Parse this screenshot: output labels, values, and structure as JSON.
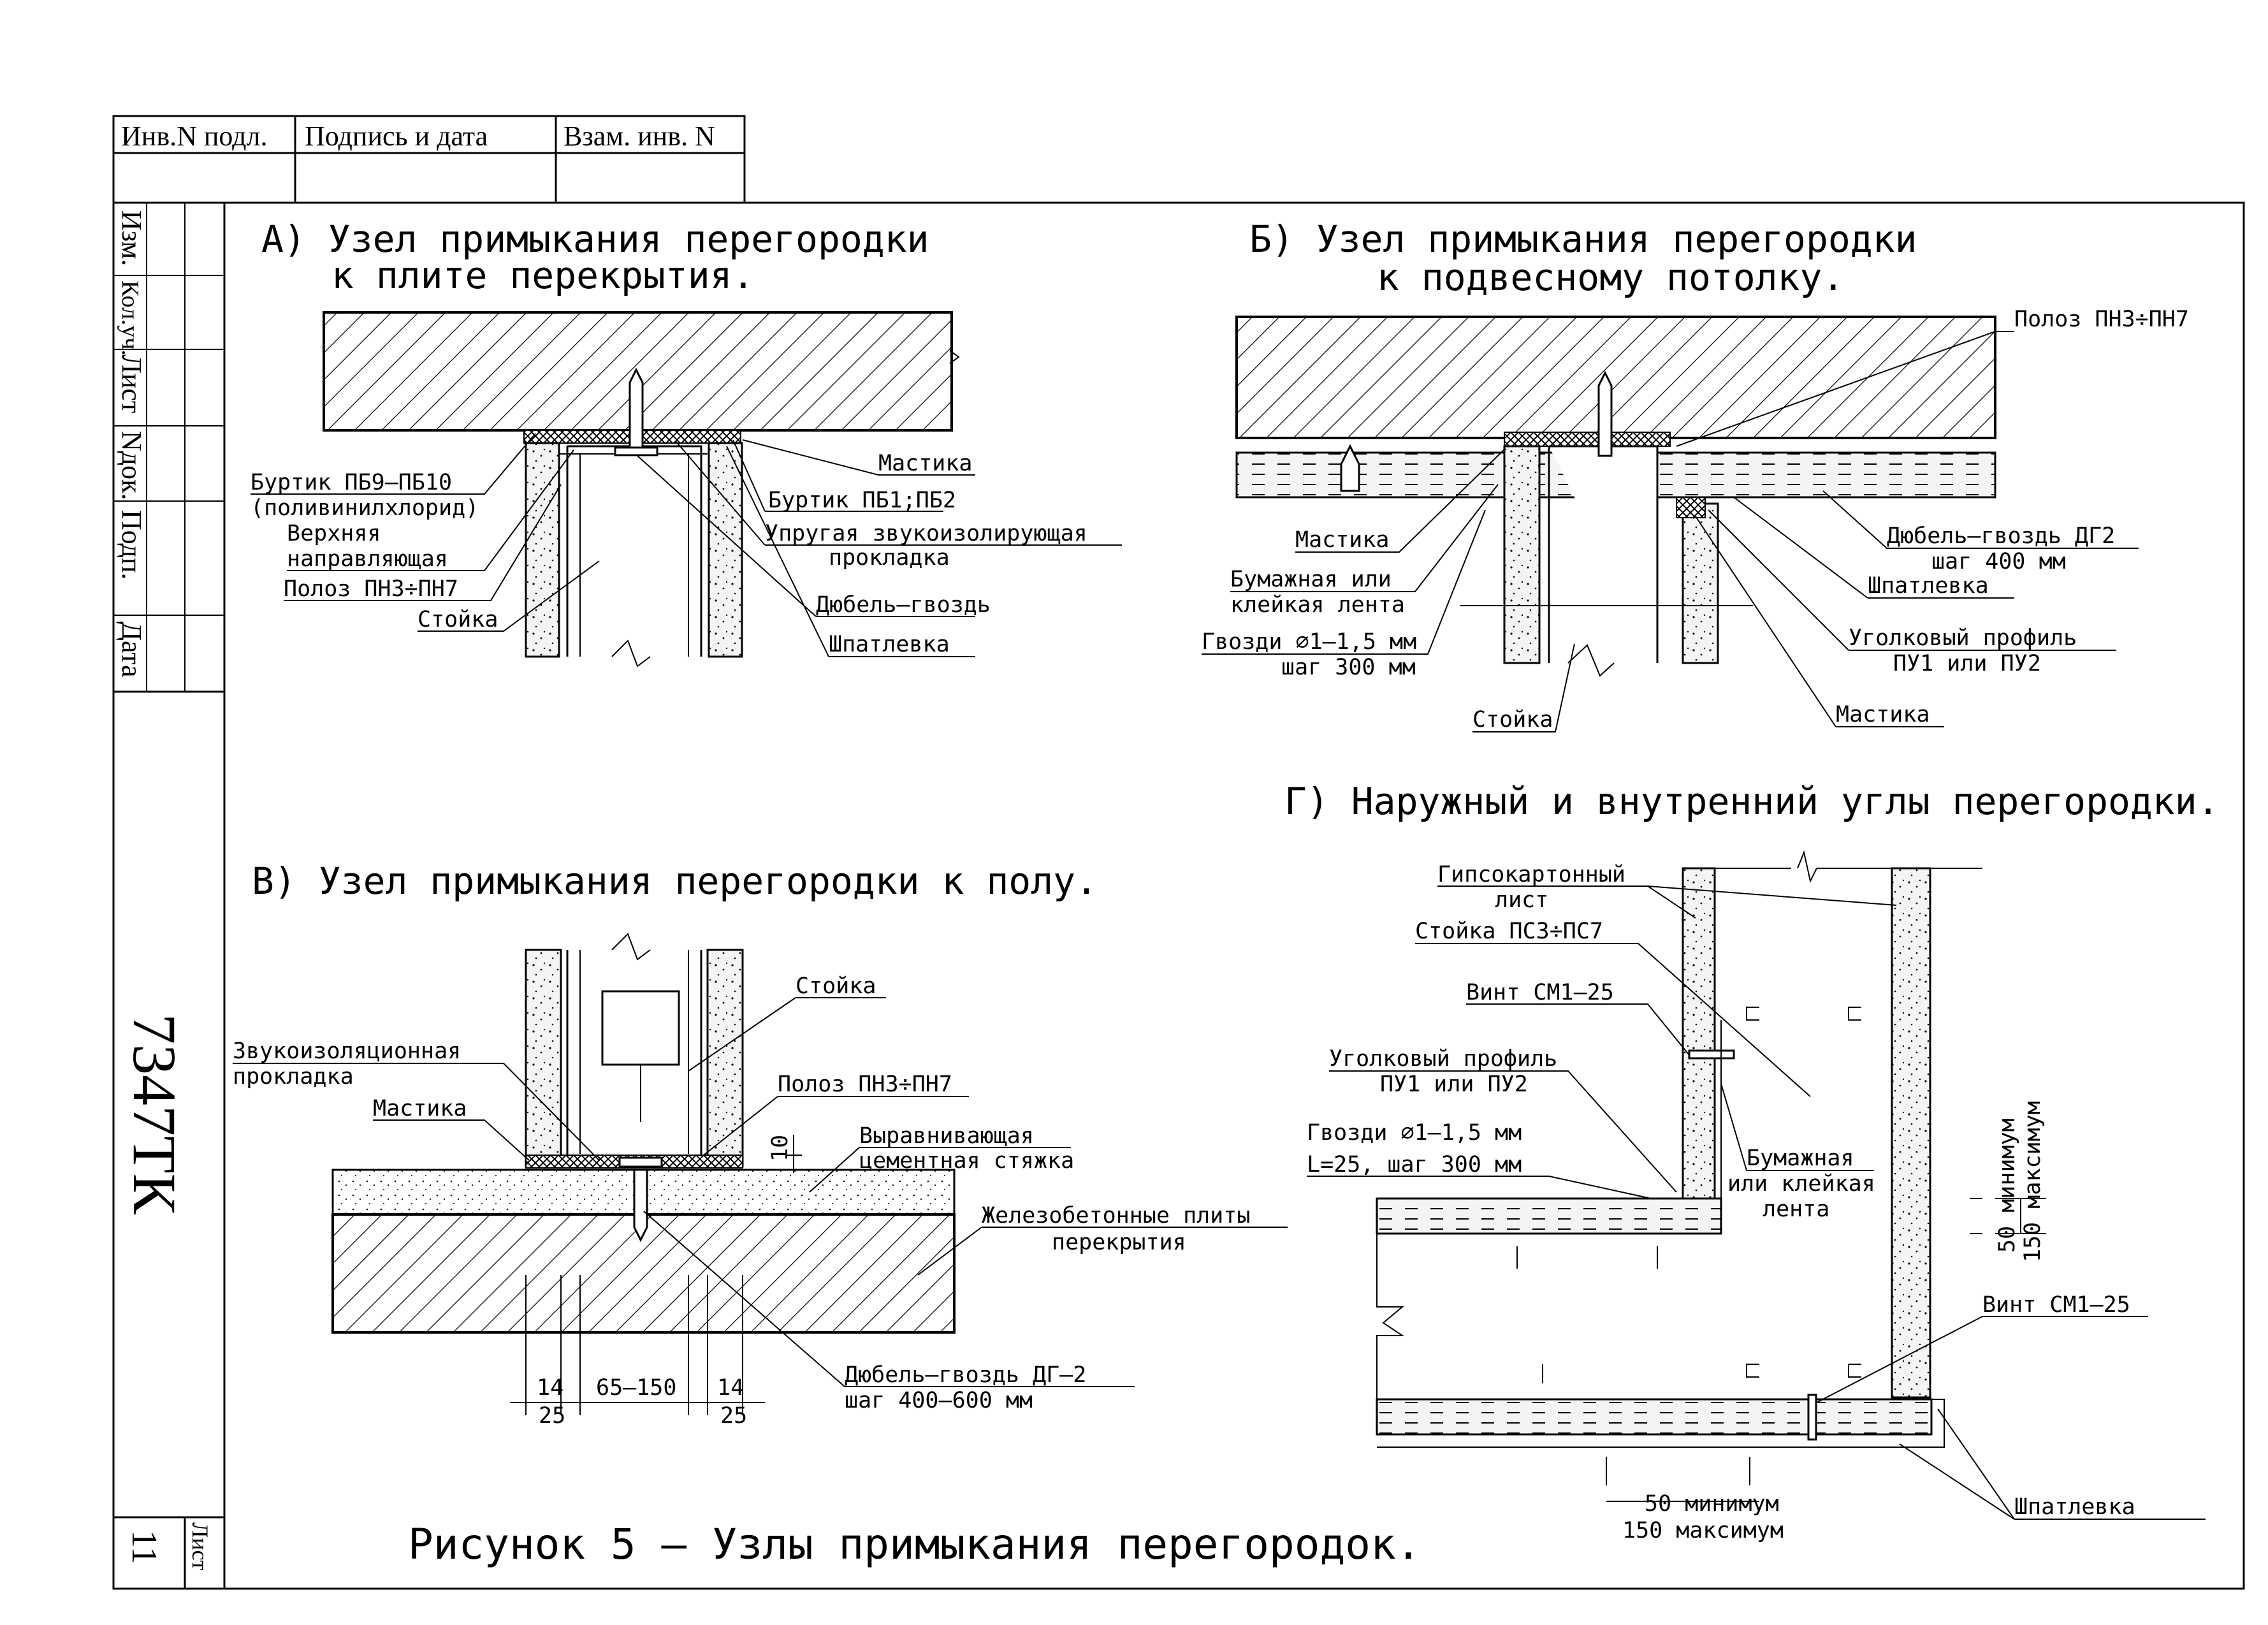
{
  "stamp": {
    "inv_podl": "Инв.N подл.",
    "podpis_data": "Подпись и дата",
    "vzam_inv": "Взам. инв. N",
    "side": [
      "Изм.",
      "Кол.уч.",
      "Лист",
      "Nдок.",
      "Подп.",
      "Дата"
    ],
    "doc_code": "7347ТК",
    "sheet_label": "Лист",
    "sheet_num": "11"
  },
  "caption": "Рисунок 5 – Узлы примыкания перегородок.",
  "panel_a": {
    "title_1": "А) Узел примыкания перегородки",
    "title_2": "к плите перекрытия.",
    "labels": {
      "burtik_pb9": "Буртик ПБ9–ПБ10",
      "pvc": "(поливинилхлорид)",
      "verh_1": "Верхняя",
      "verh_2": "направляющая",
      "poloz": "Полоз ПН3÷ПН7",
      "stoika": "Стойка",
      "mastika": "Мастика",
      "burtik_pb1": "Буртик ПБ1;ПБ2",
      "uprug_1": "Упругая звукоизолирующая",
      "uprug_2": "прокладка",
      "dubel": "Дюбель–гвоздь",
      "shpat": "Шпатлевка"
    }
  },
  "panel_b": {
    "title_1": "Б) Узел примыкания перегородки",
    "title_2": "к подвесному потолку.",
    "labels": {
      "poloz": "Полоз ПН3÷ПН7",
      "mastika_l": "Мастика",
      "bumazh_1": "Бумажная или",
      "bumazh_2": "клейкая лента",
      "gvozdi_1": "Гвозди ⌀1–1,5 мм",
      "gvozdi_2": "шаг 300 мм",
      "stoika": "Стойка",
      "dubel_1": "Дюбель–гвоздь ДГ2",
      "dubel_2": "шаг 400 мм",
      "shpat": "Шпатлевка",
      "ugol_1": "Уголковый профиль",
      "ugol_2": "ПУ1 или ПУ2",
      "mastika_r": "Мастика"
    }
  },
  "panel_v": {
    "title": "В) Узел примыкания перегородки к полу.",
    "labels": {
      "stoika": "Стойка",
      "zvuk_1": "Звукоизоляционная",
      "zvuk_2": "прокладка",
      "mastika": "Мастика",
      "poloz": "Полоз ПН3÷ПН7",
      "vyr_1": "Выравнивающая",
      "vyr_2": "цементная стяжка",
      "zhb_1": "Железобетонные плиты",
      "zhb_2": "перекрытия",
      "dubel_1": "Дюбель–гвоздь ДГ–2",
      "dubel_2": "шаг 400–600 мм",
      "dim_10": "10",
      "dim_14a": "14",
      "dim_25a": "25",
      "dim_mid": "65–150",
      "dim_14b": "14",
      "dim_25b": "25"
    }
  },
  "panel_g": {
    "title": "Г) Наружный и внутренний углы перегородки.",
    "labels": {
      "gips_1": "Гипсокартонный",
      "gips_2": "лист",
      "stoika": "Стойка ПС3÷ПС7",
      "vint_1": "Винт СМ1–25",
      "ugol_1": "Уголковый профиль",
      "ugol_2": "ПУ1 или ПУ2",
      "gvozdi_1": "Гвозди ⌀1–1,5 мм",
      "gvozdi_2": "L=25, шаг 300 мм",
      "bumazh_1": "Бумажная",
      "bumazh_2": "или клейкая",
      "bumazh_3": "лента",
      "dim_v1": "50 минимум",
      "dim_v2": "150 максимум",
      "vint_2": "Винт СМ1–25",
      "dim_h1": "50 минимум",
      "dim_h2": "150 максимум",
      "shpat": "Шпатлевка"
    }
  }
}
